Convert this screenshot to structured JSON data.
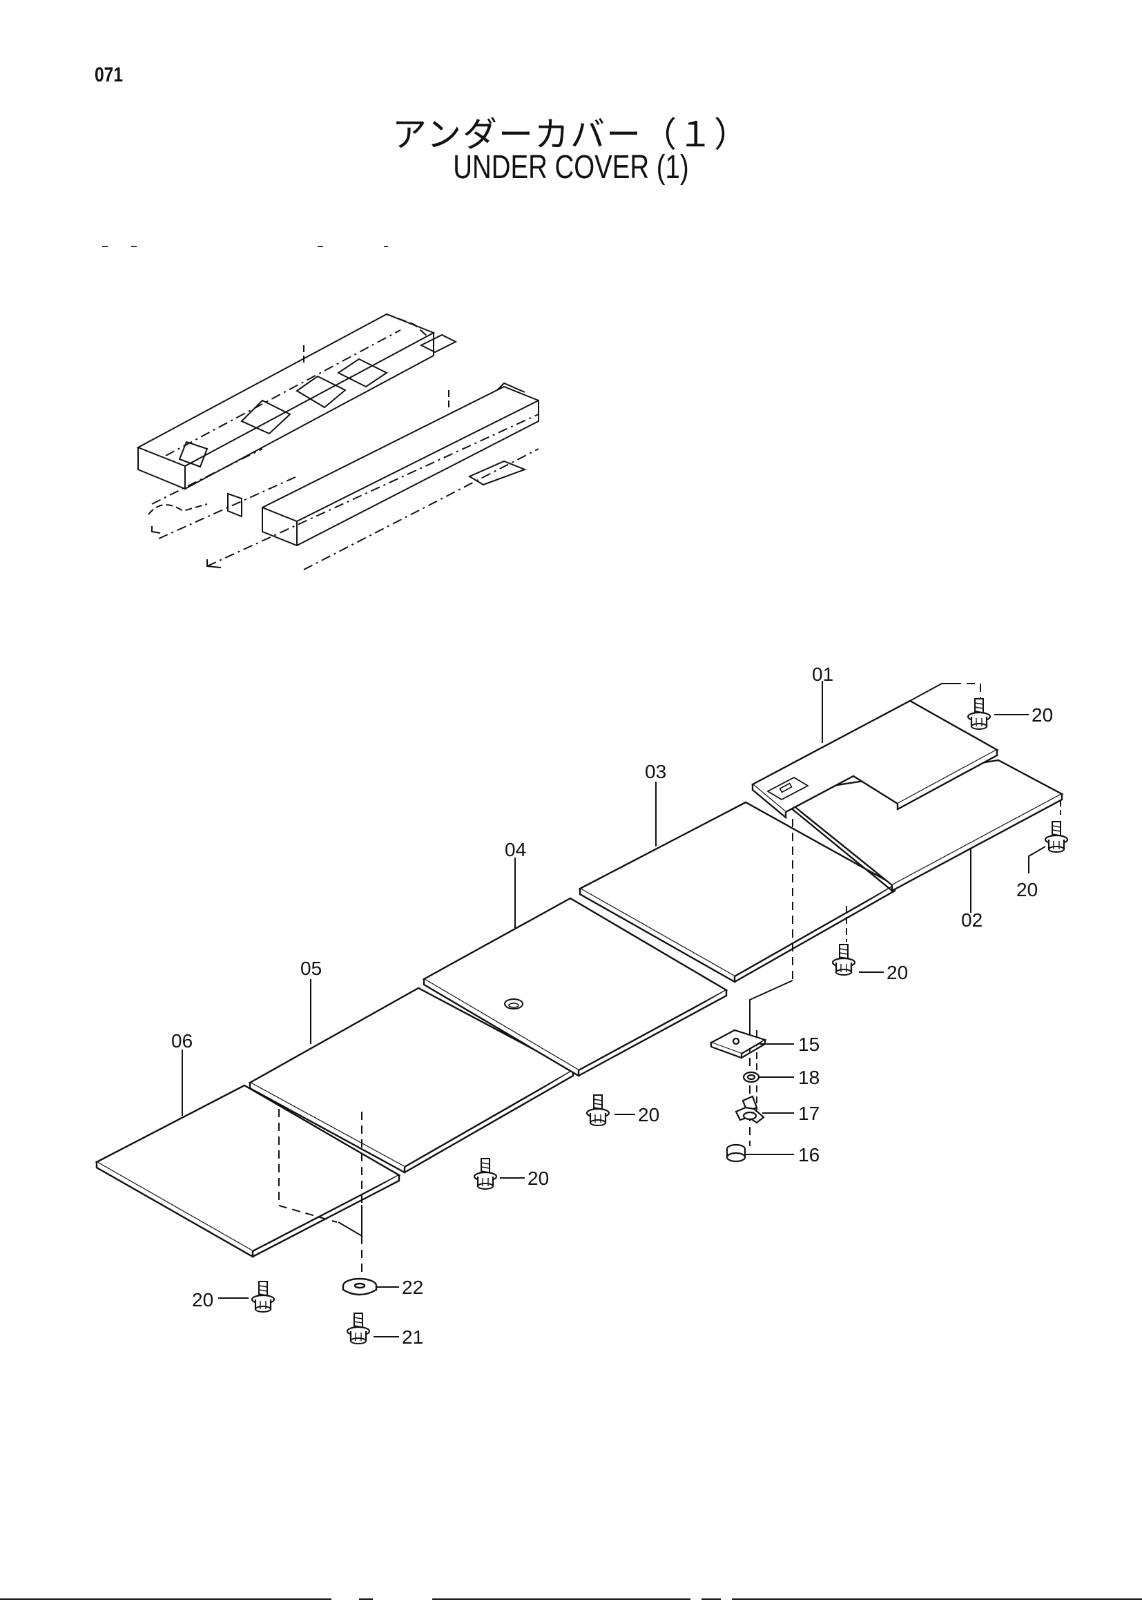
{
  "page": {
    "number": "071"
  },
  "title": {
    "japanese": "アンダーカバー（１）",
    "english": "UNDER COVER (1)"
  },
  "callouts": [
    {
      "id": "callout-01",
      "label": "01"
    },
    {
      "id": "callout-02",
      "label": "02"
    },
    {
      "id": "callout-03",
      "label": "03"
    },
    {
      "id": "callout-04",
      "label": "04"
    },
    {
      "id": "callout-05",
      "label": "05"
    },
    {
      "id": "callout-06",
      "label": "06"
    },
    {
      "id": "callout-15",
      "label": "15"
    },
    {
      "id": "callout-16",
      "label": "16"
    },
    {
      "id": "callout-17",
      "label": "17"
    },
    {
      "id": "callout-18",
      "label": "18"
    },
    {
      "id": "callout-20",
      "label": "20"
    },
    {
      "id": "callout-21",
      "label": "21"
    },
    {
      "id": "callout-22",
      "label": "22"
    }
  ],
  "colors": {
    "ink": "#111111",
    "paper": "#ffffff"
  }
}
